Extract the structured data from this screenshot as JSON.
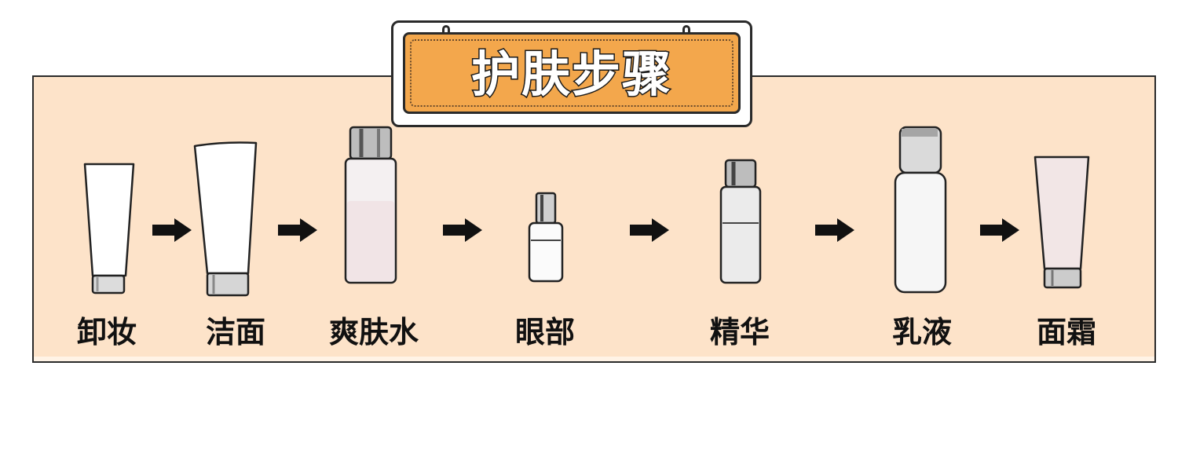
{
  "title": "护肤步骤",
  "steps": [
    {
      "label": "卸妆",
      "icon": "cleansing-tube-icon"
    },
    {
      "label": "洁面",
      "icon": "face-wash-tube-icon"
    },
    {
      "label": "爽肤水",
      "icon": "toner-bottle-icon"
    },
    {
      "label": "眼部",
      "icon": "eye-serum-bottle-icon"
    },
    {
      "label": "精华",
      "icon": "essence-bottle-icon"
    },
    {
      "label": "乳液",
      "icon": "lotion-bottle-icon"
    },
    {
      "label": "面霜",
      "icon": "cream-tube-icon"
    }
  ],
  "colors": {
    "panel": "#fde3c9",
    "sign": "#f3a74c",
    "outline": "#2a2a2a"
  }
}
